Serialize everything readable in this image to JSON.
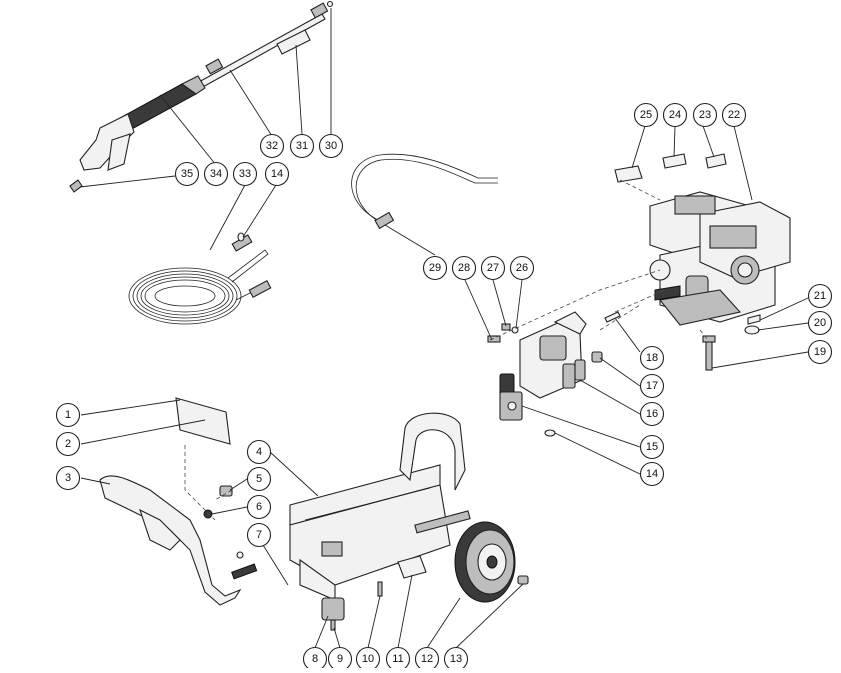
{
  "callouts": [
    "1",
    "2",
    "3",
    "4",
    "5",
    "6",
    "7",
    "8",
    "9",
    "10",
    "11",
    "12",
    "13",
    "14",
    "14",
    "15",
    "16",
    "17",
    "18",
    "19",
    "20",
    "21",
    "22",
    "23",
    "24",
    "25",
    "26",
    "27",
    "28",
    "29",
    "30",
    "31",
    "32",
    "33",
    "34",
    "35"
  ]
}
